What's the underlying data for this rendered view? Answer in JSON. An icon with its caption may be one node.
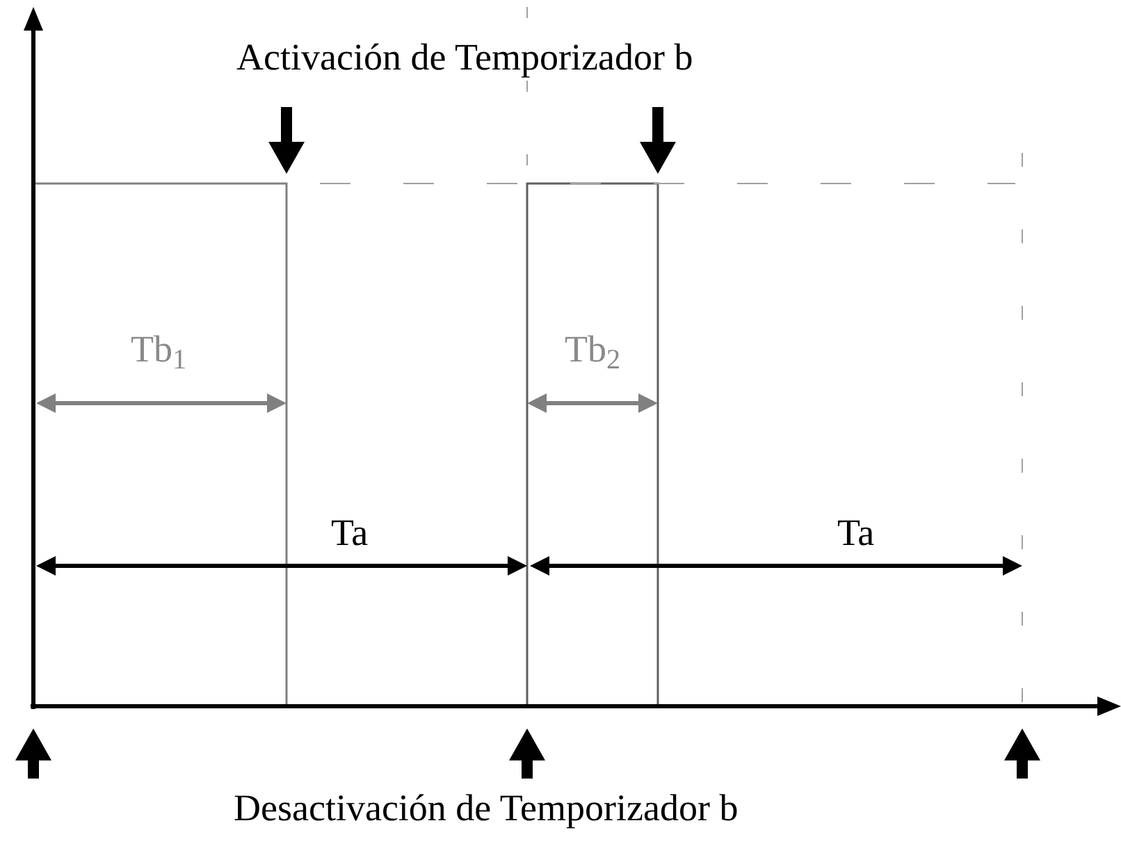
{
  "diagram": {
    "labels": [
      "Activación de Temporizador b",
      "Tb$_{1}$",
      "Tb$_{2}$",
      "Ta",
      "Ta",
      "Desactivación de Temporizador b"
    ]
  }
}
